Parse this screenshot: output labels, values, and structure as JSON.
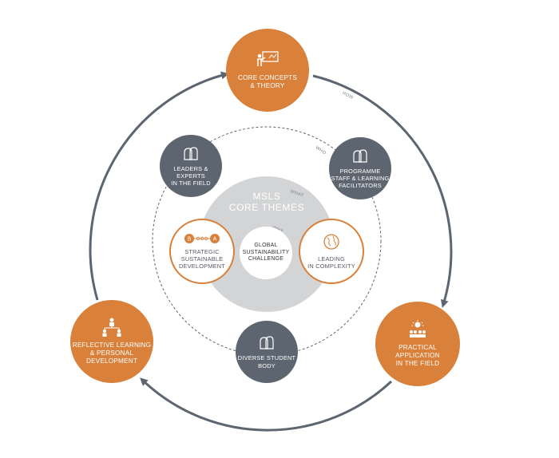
{
  "outer_nodes": {
    "core_concepts": "CORE CONCEPTS\n& THEORY",
    "practical_application": "PRACTICAL\nAPPLICATION\nIN THE FIELD",
    "reflective_learning": "REFLECTIVE LEARNING\n& PERSONAL\nDEVELOPMENT"
  },
  "middle_nodes": {
    "leaders_experts": "LEADERS & EXPERTS\nIN THE FIELD",
    "programme_staff": "PROGRAMME\nSTAFF & LEARNING\nFACILITATORS",
    "diverse_students": "DIVERSE STUDENT\nBODY"
  },
  "core": {
    "title": "MSLS\nCORE THEMES",
    "themes": {
      "strategic": "STRATEGIC\nSUSTAINABLE\nDEVELOPMENT",
      "leading": "LEADING\nIN COMPLEXITY"
    },
    "center": "GLOBAL\nSUSTAINABILITY\nCHALLENGE",
    "icon_letters": {
      "b": "B",
      "a": "A"
    }
  },
  "ring_labels": {
    "how": "HOW",
    "who": "WHO",
    "what": "WHAT",
    "why": "WHY"
  },
  "colors": {
    "orange": "#d9803a",
    "gray": "#5d6670",
    "core": "#d3d4d6",
    "arrow": "#5d6670"
  }
}
